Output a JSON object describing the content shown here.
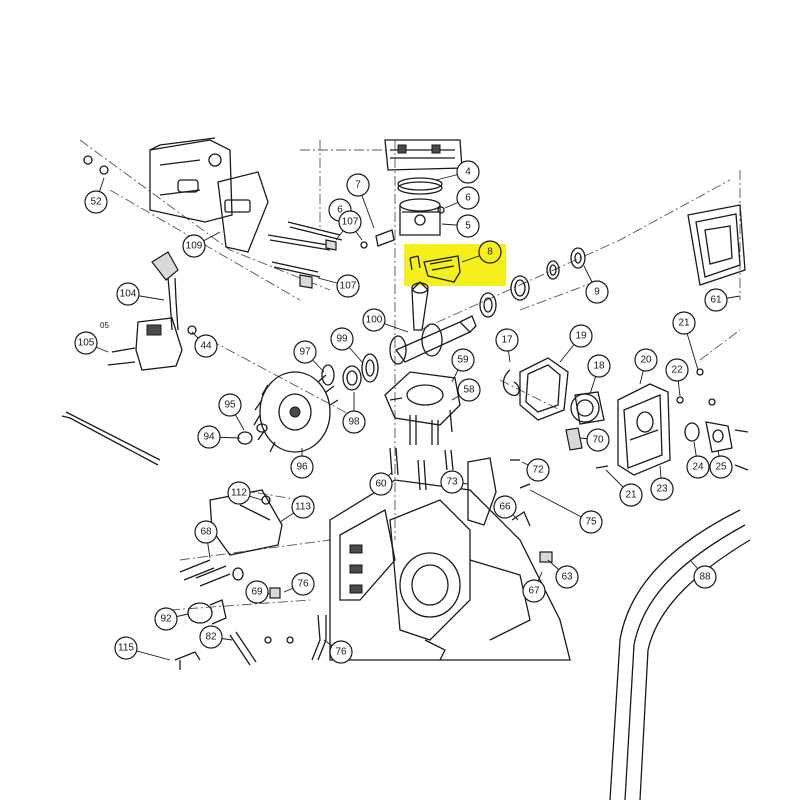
{
  "diagram": {
    "highlight_color": "#f6f01a",
    "line_color": "#1a1a1a",
    "highlighted_part": "8",
    "callouts": [
      "4",
      "6",
      "52",
      "7",
      "6",
      "5",
      "8",
      "109",
      "107",
      "9",
      "107",
      "104",
      "44",
      "100",
      "61",
      "17",
      "19",
      "21",
      "105",
      "97",
      "99",
      "59",
      "18",
      "20",
      "22",
      "58",
      "98",
      "95",
      "94",
      "70",
      "96",
      "60",
      "72",
      "24",
      "25",
      "23",
      "73",
      "21",
      "112",
      "113",
      "66",
      "75",
      "68",
      "63",
      "67",
      "76",
      "69",
      "88",
      "92",
      "82",
      "115",
      "76"
    ],
    "stray_label": "05"
  }
}
